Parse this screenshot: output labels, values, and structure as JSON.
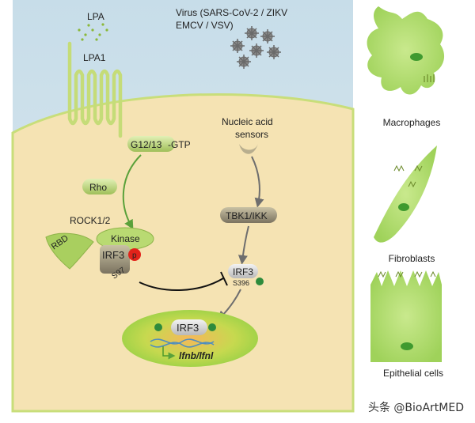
{
  "labels": {
    "lpa": "LPA",
    "lpa1": "LPA1",
    "virus": "Virus (SARS-CoV-2 / ZIKV",
    "virus_line2": "EMCV / VSV)",
    "g1213": "G12/13",
    "gtp": "-GTP",
    "rho": "Rho",
    "rock": "ROCK1/2",
    "rbd": "RBD",
    "kinase": "Kinase",
    "irf3_bound": "IRF3",
    "p_mark": "p",
    "s97": "S97",
    "nucleic_line1": "Nucleic acid",
    "nucleic_line2": "sensors",
    "tbk1": "TBK1/IKK",
    "irf3_mid": "IRF3",
    "s396": "S396",
    "irf3_nuc": "IRF3",
    "genes": "lfnb/lfnl"
  },
  "cells": {
    "macrophages": "Macrophages",
    "fibroblasts": "Fibroblasts",
    "epithelial": "Epithelial cells"
  },
  "watermark": "头条 @BioArtMED",
  "colors": {
    "extracellular": "#cfe2ec",
    "cytoplasm": "#f5e3b3",
    "membrane": "#c8de7a",
    "green_cell": "#b6dc6a",
    "inhibit_p": "#e2231a",
    "activate_p": "#2e8b3c"
  }
}
